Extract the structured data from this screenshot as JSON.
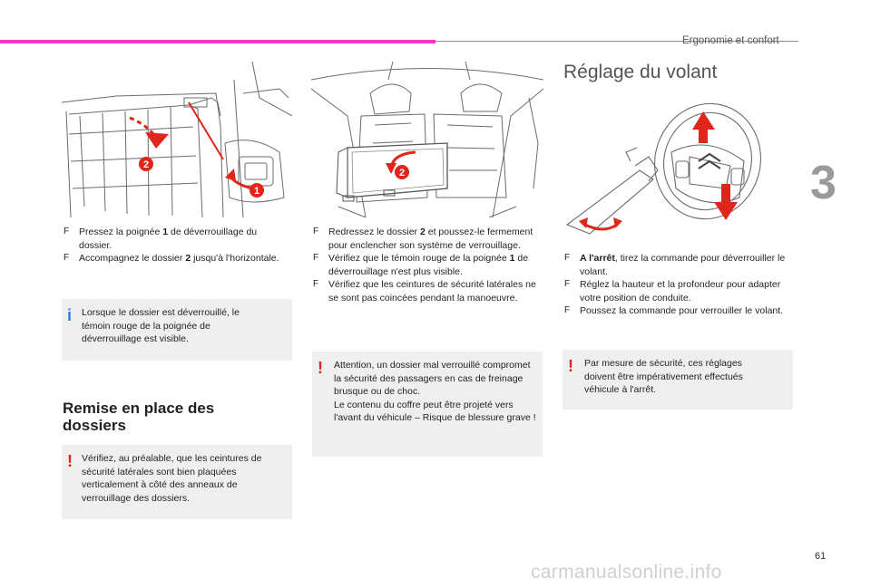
{
  "header": {
    "chapter_title": "Ergonomie et confort",
    "chapter_number": "3"
  },
  "footer": {
    "page_number": "61",
    "watermark": "carmanualsonline.info"
  },
  "colors": {
    "accent_bar": "#f036c8",
    "callout_red": "#e0261b",
    "info_blue": "#2f80d8",
    "note_bg": "#efefef"
  },
  "left": {
    "illustration": {
      "callout_1": "1",
      "callout_2": "2"
    },
    "steps": [
      {
        "prefix": "Pressez la poignée ",
        "bold": "1",
        "suffix": " de déverrouillage du dossier."
      },
      {
        "prefix": "Accompagnez le dossier ",
        "bold": "2",
        "suffix": " jusqu'à l'horizontale."
      }
    ],
    "info_note": "Lorsque le dossier est déverrouillé, le témoin rouge de la poignée de déverrouillage est visible.",
    "section_title": "Remise en place des dossiers",
    "warning_note": "Vérifiez, au préalable, que les ceintures de sécurité latérales sont bien plaquées verticalement à côté des anneaux de verrouillage des dossiers."
  },
  "middle": {
    "illustration": {
      "callout_2": "2"
    },
    "steps": [
      {
        "prefix": "Redressez le dossier ",
        "bold": "2",
        "suffix": " et poussez-le fermement pour enclencher son système de verrouillage."
      },
      {
        "prefix": "Vérifiez que le témoin rouge de la poignée ",
        "bold": "1",
        "suffix": " de déverrouillage n'est plus visible."
      },
      {
        "prefix": "Vérifiez que les ceintures de sécurité latérales ne se sont pas coincées pendant la manoeuvre.",
        "bold": "",
        "suffix": ""
      }
    ],
    "warning_note_line1": "Attention, un dossier mal verrouillé compromet la sécurité des passagers en cas de freinage brusque ou de choc.",
    "warning_note_line2": "Le contenu du coffre peut être projeté vers l'avant du véhicule – Risque de blessure grave !"
  },
  "right": {
    "title": "Réglage du volant",
    "steps": [
      {
        "prefix": "",
        "bold": "A l'arrêt",
        "suffix": ", tirez la commande pour déverrouiller le volant."
      },
      {
        "prefix": "Réglez la hauteur et la profondeur pour adapter votre position de conduite.",
        "bold": "",
        "suffix": ""
      },
      {
        "prefix": "Poussez la commande pour verrouiller le volant.",
        "bold": "",
        "suffix": ""
      }
    ],
    "warning_note": "Par mesure de sécurité, ces réglages doivent être impérativement effectués véhicule à l'arrêt."
  }
}
